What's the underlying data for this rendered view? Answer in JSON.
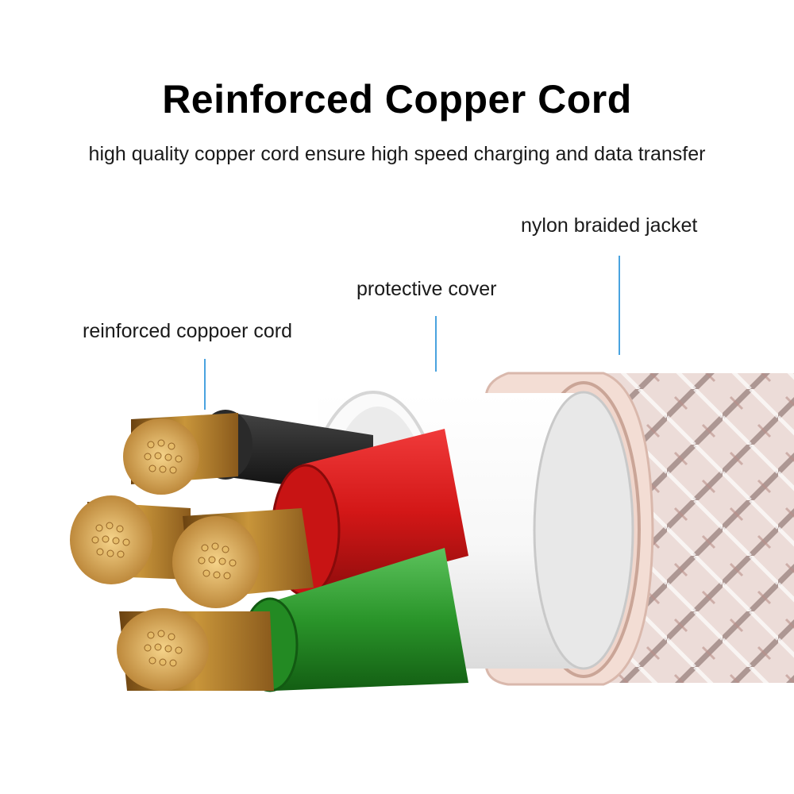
{
  "heading": {
    "title": "Reinforced Copper Cord",
    "subtitle": "high quality copper cord ensure high speed charging and data transfer"
  },
  "callouts": {
    "jacket": "nylon braided jacket",
    "cover": "protective cover",
    "cord": "reinforced coppoer cord"
  },
  "colors": {
    "leader_line": "#4aa3df",
    "braid": "#e9d6d2",
    "jacket_ring": "#f1d8cf",
    "sheath": "#f5f5f5",
    "wire_red": "#d81e1e",
    "wire_green": "#2e9d2e",
    "wire_black": "#1a1a1a",
    "copper": "#c8953a"
  }
}
